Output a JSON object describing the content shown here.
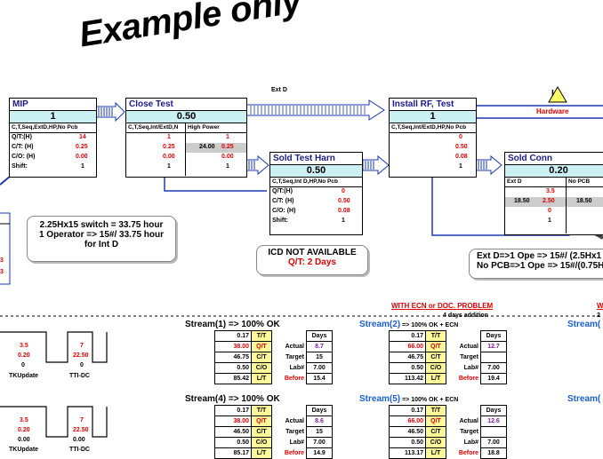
{
  "watermark": "Example only",
  "top_label": "Ext D",
  "hardware_label": "Hardware",
  "warning_symbol": "I",
  "mip": {
    "title": "MIP",
    "count": "1",
    "sub": "C,T,Seq,ExtD,HP,No Pcb",
    "rows": [
      {
        "label": "Q/T:(H)",
        "value": "14"
      },
      {
        "label": "C/T: (H)",
        "value": "0.25"
      },
      {
        "label": "C/O: (H)",
        "value": "0.00"
      },
      {
        "label": "Shift:",
        "value": "1"
      }
    ]
  },
  "close_test": {
    "title": "Close Test",
    "count": "0.50",
    "sub": "C,T,Seq,Int/ExtD,N",
    "sub2": "High Power",
    "col1": [
      "1",
      "0.25",
      "0.00",
      "1"
    ],
    "col2a": [
      "",
      "24.00",
      "",
      ""
    ],
    "col2b": [
      "1",
      "0.25",
      "0.00",
      "1"
    ]
  },
  "sold_test_harn": {
    "title": "Sold Test Harn",
    "count": "0.50",
    "sub": "C,T,Seq,Int D,HP,No Pcb",
    "rows": [
      {
        "label": "Q/T:(H)",
        "value": "0"
      },
      {
        "label": "C/T: (H)",
        "value": "0.50"
      },
      {
        "label": "C/O: (H)",
        "value": "0.08"
      },
      {
        "label": "Shift:",
        "value": "1"
      }
    ]
  },
  "install_rf": {
    "title": "Install RF, Test",
    "count": "1",
    "sub": "C,T,Seq,Int/ExtD,HP,No Pcb",
    "values": [
      "0",
      "0.50",
      "0.08",
      "1"
    ]
  },
  "sold_conn": {
    "title": "Sold Conn",
    "count": "0.20",
    "sub1": "Ext D",
    "sub2": "No PCB",
    "col1": [
      "3.5",
      "2.50",
      "0",
      "1"
    ],
    "col1b": "18.50",
    "col2b": "18.50"
  },
  "callout_switch": {
    "line1": "2.25Hx15 switch = 33.75 hour",
    "line2": "1 Operator => 15#/ 33.75 hour",
    "line3": "for Int D"
  },
  "callout_icd": {
    "line1": "ICD NOT AVAILABLE",
    "line2": "Q/T: 2 Days"
  },
  "callout_ext": {
    "line1": "Ext D=>1 Ope => 15#/ (2.5Hx1",
    "line2": "No PCB=>1 Ope => 15#/(0.75Hx"
  },
  "ecn_problem": "WITH ECN or DOC. PROBLEM",
  "days_addition": "4 days addition",
  "left_partial": {
    "line1": "3",
    "line2": "3"
  },
  "stream1": {
    "title": "Stream(1) => 100% OK",
    "rows": [
      [
        "0.17",
        "T/T"
      ],
      [
        "38.00",
        "Q/T"
      ],
      [
        "46.75",
        "C/T"
      ],
      [
        "0.50",
        "C/O"
      ],
      [
        "85.42",
        "L/T"
      ]
    ],
    "labels": [
      "Actual",
      "Target",
      "Lab#",
      "Before"
    ],
    "days_head": "Days",
    "days": [
      "8.7",
      "15",
      "7.00",
      "15.4"
    ]
  },
  "stream2": {
    "title": "Stream(2)",
    "suffix": " => 100% OK + ECN",
    "rows": [
      [
        "0.17",
        "T/T"
      ],
      [
        "66.00",
        "Q/T"
      ],
      [
        "46.75",
        "C/T"
      ],
      [
        "0.50",
        "C/O"
      ],
      [
        "113.42",
        "L/T"
      ]
    ],
    "labels": [
      "Actual",
      "Target",
      "Lab#",
      "Before"
    ],
    "days_head": "Days",
    "days": [
      "12.7",
      "",
      "7.00",
      "19.4"
    ]
  },
  "stream4": {
    "title": "Stream(4) => 100% OK",
    "rows": [
      [
        "0.17",
        "T/T"
      ],
      [
        "38.00",
        "Q/T"
      ],
      [
        "46.50",
        "C/T"
      ],
      [
        "0.50",
        "C/O"
      ],
      [
        "85.17",
        "L/T"
      ]
    ],
    "labels": [
      "Actual",
      "Target",
      "Lab#",
      "Before"
    ],
    "days_head": "Days",
    "days": [
      "8.6",
      "15",
      "7.00",
      "14.9"
    ]
  },
  "stream5": {
    "title": "Stream(5)",
    "suffix": " => 100% OK + ECN",
    "rows": [
      [
        "0.17",
        "T/T"
      ],
      [
        "66.00",
        "Q/T"
      ],
      [
        "46.50",
        "C/T"
      ],
      [
        "0.50",
        "C/O"
      ],
      [
        "113.17",
        "L/T"
      ]
    ],
    "labels": [
      "Actual",
      "Target",
      "Lab#",
      "Before"
    ],
    "days_head": "Days",
    "days": [
      "12.6",
      "",
      "7.00",
      "18.8"
    ]
  },
  "stream_right_top": "Stream(",
  "stream_right_bottom": "Stream(",
  "right_w": "W",
  "right_2": "2",
  "timeline1": {
    "a": [
      "3.5",
      "0.20",
      "0"
    ],
    "b": [
      "7",
      "22.50",
      "0"
    ],
    "label_a": "TKUpdate",
    "label_b": "TTI-DC"
  },
  "timeline2": {
    "a": [
      "3.5",
      "0.20",
      "0.00"
    ],
    "b": [
      "7",
      "22.50",
      "0.00"
    ],
    "label_a": "TKUpdate",
    "label_b": "TTI-DC"
  }
}
